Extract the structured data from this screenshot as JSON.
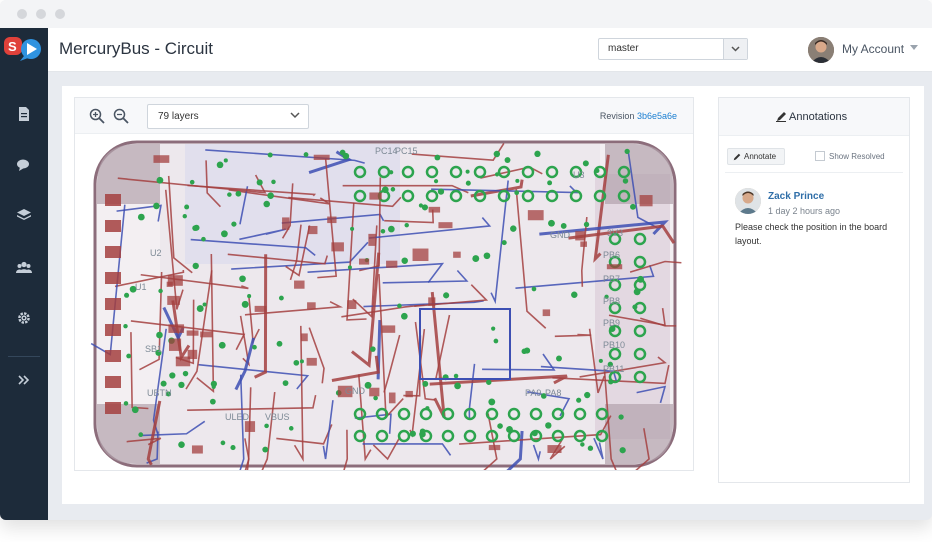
{
  "app": {
    "title": "MercuryBus - Circuit"
  },
  "header": {
    "branch": "master",
    "account_label": "My Account"
  },
  "toolbar": {
    "layers_label": "79 layers",
    "revision_label": "Revision",
    "revision_hash": "3b6e5a6e"
  },
  "board": {
    "labels": [
      "U3",
      "3V3",
      "GND",
      "PB6",
      "PB7",
      "PB8",
      "PB9",
      "PB10",
      "PB11",
      "PC14",
      "PC15",
      "U1",
      "U2",
      "SB1",
      "UBTN",
      "ULED",
      "VBUS",
      "GND",
      "PA9",
      "PA8"
    ]
  },
  "annotations": {
    "title": "Annotations",
    "annotate_button": "Annotate",
    "show_resolved": "Show Resolved",
    "comments": [
      {
        "author": "Zack Prince",
        "time": "1 day 2 hours ago",
        "text": "Please check the position in the board layout."
      }
    ]
  },
  "colors": {
    "sidebar_bg": "#1d2b3a",
    "accent_link": "#1b7fd1",
    "trace_red": "#a3403f",
    "trace_blue": "#3d4fb3",
    "pad_green": "#2da44e",
    "board_outline": "#8c6d7b"
  }
}
